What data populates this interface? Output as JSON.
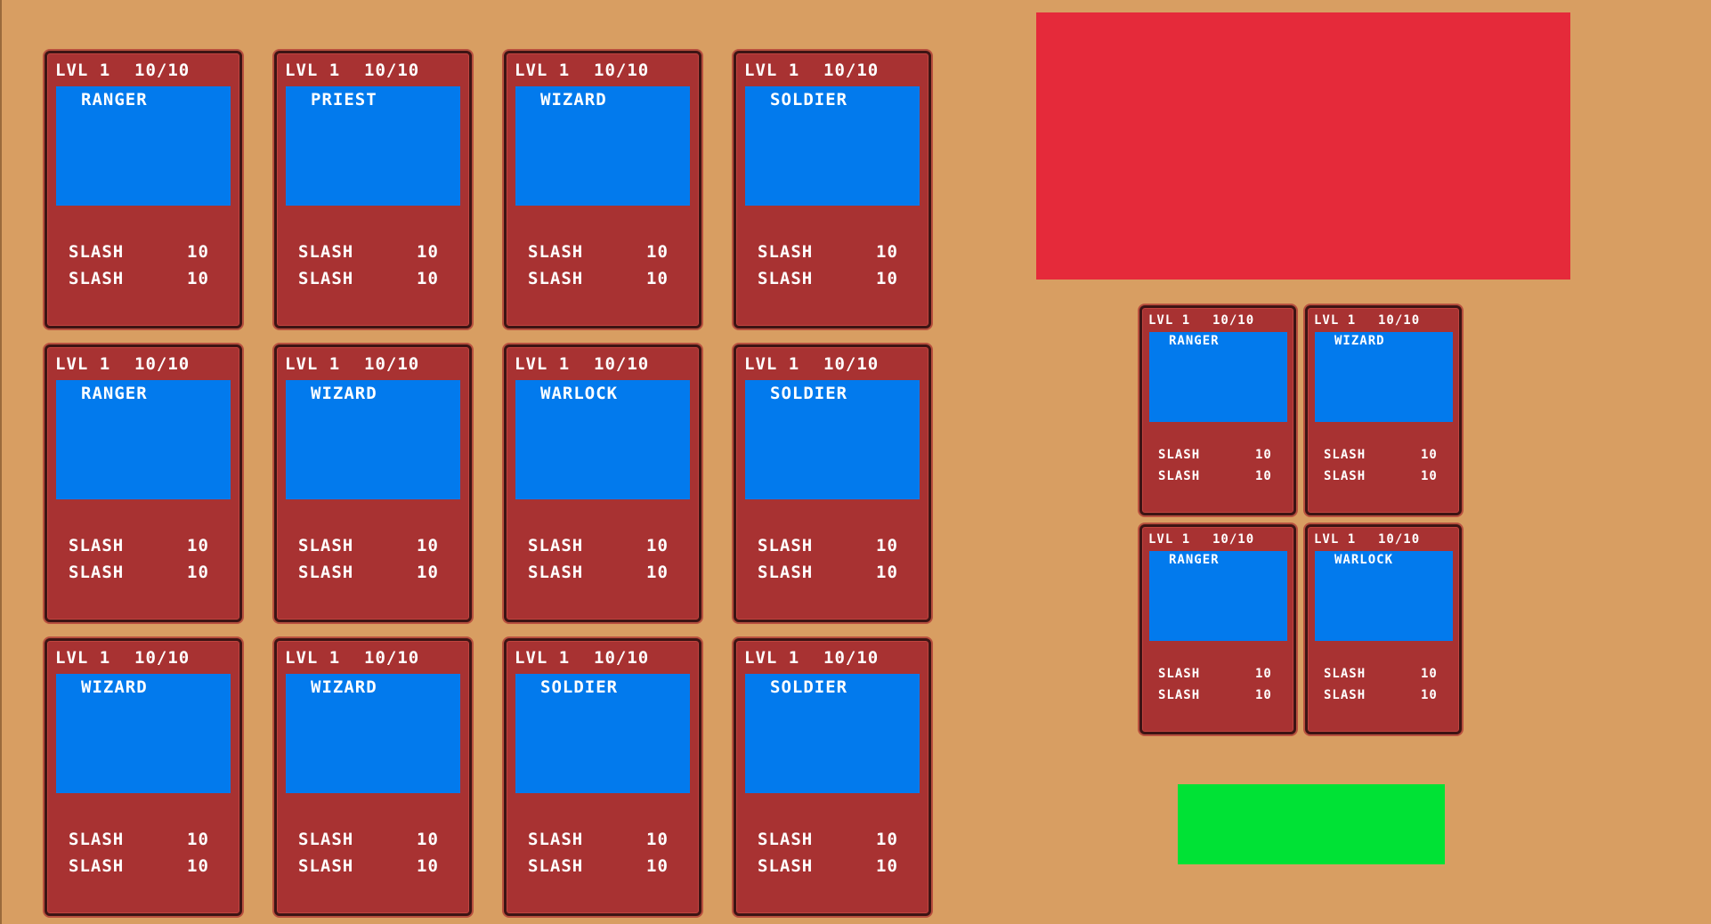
{
  "colors": {
    "background": "#d89e62",
    "card_body": "#a83232",
    "card_portrait": "#027aed",
    "zone": "#e52a3a",
    "action_button": "#00e235"
  },
  "deck": [
    {
      "level": "LVL 1",
      "hp": "10/10",
      "name": "RANGER",
      "moves": [
        {
          "name": "SLASH",
          "value": "10"
        },
        {
          "name": "SLASH",
          "value": "10"
        }
      ]
    },
    {
      "level": "LVL 1",
      "hp": "10/10",
      "name": "PRIEST",
      "moves": [
        {
          "name": "SLASH",
          "value": "10"
        },
        {
          "name": "SLASH",
          "value": "10"
        }
      ]
    },
    {
      "level": "LVL 1",
      "hp": "10/10",
      "name": "WIZARD",
      "moves": [
        {
          "name": "SLASH",
          "value": "10"
        },
        {
          "name": "SLASH",
          "value": "10"
        }
      ]
    },
    {
      "level": "LVL 1",
      "hp": "10/10",
      "name": "SOLDIER",
      "moves": [
        {
          "name": "SLASH",
          "value": "10"
        },
        {
          "name": "SLASH",
          "value": "10"
        }
      ]
    },
    {
      "level": "LVL 1",
      "hp": "10/10",
      "name": "RANGER",
      "moves": [
        {
          "name": "SLASH",
          "value": "10"
        },
        {
          "name": "SLASH",
          "value": "10"
        }
      ]
    },
    {
      "level": "LVL 1",
      "hp": "10/10",
      "name": "WIZARD",
      "moves": [
        {
          "name": "SLASH",
          "value": "10"
        },
        {
          "name": "SLASH",
          "value": "10"
        }
      ]
    },
    {
      "level": "LVL 1",
      "hp": "10/10",
      "name": "WARLOCK",
      "moves": [
        {
          "name": "SLASH",
          "value": "10"
        },
        {
          "name": "SLASH",
          "value": "10"
        }
      ]
    },
    {
      "level": "LVL 1",
      "hp": "10/10",
      "name": "SOLDIER",
      "moves": [
        {
          "name": "SLASH",
          "value": "10"
        },
        {
          "name": "SLASH",
          "value": "10"
        }
      ]
    },
    {
      "level": "LVL 1",
      "hp": "10/10",
      "name": "WIZARD",
      "moves": [
        {
          "name": "SLASH",
          "value": "10"
        },
        {
          "name": "SLASH",
          "value": "10"
        }
      ]
    },
    {
      "level": "LVL 1",
      "hp": "10/10",
      "name": "WIZARD",
      "moves": [
        {
          "name": "SLASH",
          "value": "10"
        },
        {
          "name": "SLASH",
          "value": "10"
        }
      ]
    },
    {
      "level": "LVL 1",
      "hp": "10/10",
      "name": "SOLDIER",
      "moves": [
        {
          "name": "SLASH",
          "value": "10"
        },
        {
          "name": "SLASH",
          "value": "10"
        }
      ]
    },
    {
      "level": "LVL 1",
      "hp": "10/10",
      "name": "SOLDIER",
      "moves": [
        {
          "name": "SLASH",
          "value": "10"
        },
        {
          "name": "SLASH",
          "value": "10"
        }
      ]
    }
  ],
  "team": [
    {
      "level": "LVL 1",
      "hp": "10/10",
      "name": "RANGER",
      "moves": [
        {
          "name": "SLASH",
          "value": "10"
        },
        {
          "name": "SLASH",
          "value": "10"
        }
      ]
    },
    {
      "level": "LVL 1",
      "hp": "10/10",
      "name": "WIZARD",
      "moves": [
        {
          "name": "SLASH",
          "value": "10"
        },
        {
          "name": "SLASH",
          "value": "10"
        }
      ]
    },
    {
      "level": "LVL 1",
      "hp": "10/10",
      "name": "RANGER",
      "moves": [
        {
          "name": "SLASH",
          "value": "10"
        },
        {
          "name": "SLASH",
          "value": "10"
        }
      ]
    },
    {
      "level": "LVL 1",
      "hp": "10/10",
      "name": "WARLOCK",
      "moves": [
        {
          "name": "SLASH",
          "value": "10"
        },
        {
          "name": "SLASH",
          "value": "10"
        }
      ]
    }
  ]
}
